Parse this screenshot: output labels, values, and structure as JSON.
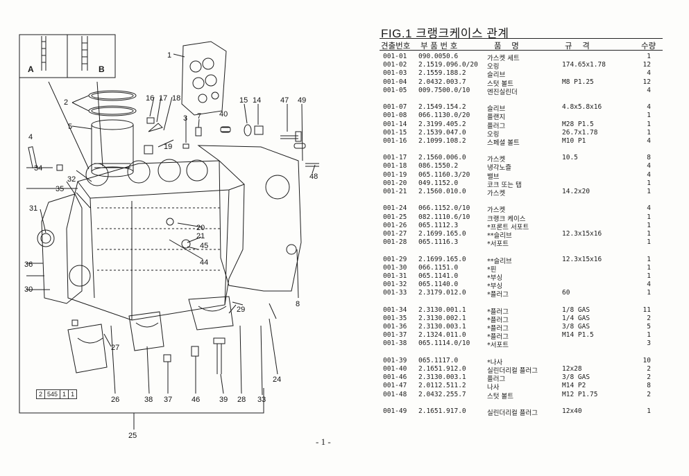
{
  "figure": {
    "title": "FIG.1 크랭크케이스 관계",
    "headers": {
      "no": "견출번호",
      "part": "부 품 번 호",
      "name": "품    명",
      "spec": "규    격",
      "qty": "수량"
    },
    "groups": [
      [
        {
          "no": "001-01",
          "part": "090.0050.6",
          "name": "가스켓 세트",
          "spec": "",
          "qty": "1"
        },
        {
          "no": "001-02",
          "part": "2.1519.096.0/20",
          "name": "오링",
          "spec": "174.65x1.78",
          "qty": "12"
        },
        {
          "no": "001-03",
          "part": "2.1559.188.2",
          "name": "슬리브",
          "spec": "",
          "qty": "4"
        },
        {
          "no": "001-04",
          "part": "2.0432.003.7",
          "name": "스텃 볼트",
          "spec": "M8 P1.25",
          "qty": "12"
        },
        {
          "no": "001-05",
          "part": "009.7500.0/10",
          "name": "엔진실린더",
          "spec": "",
          "qty": "4"
        }
      ],
      [
        {
          "no": "001-07",
          "part": "2.1549.154.2",
          "name": "슬리브",
          "spec": "4.8x5.8x16",
          "qty": "4"
        },
        {
          "no": "001-08",
          "part": "066.1130.0/20",
          "name": "플랜지",
          "spec": "",
          "qty": "1"
        },
        {
          "no": "001-14",
          "part": "2.3199.405.2",
          "name": "플러그",
          "spec": "M28 P1.5",
          "qty": "1"
        },
        {
          "no": "001-15",
          "part": "2.1539.047.0",
          "name": "오링",
          "spec": "26.7x1.78",
          "qty": "1"
        },
        {
          "no": "001-16",
          "part": "2.1099.108.2",
          "name": "스페셜 볼트",
          "spec": "M10 P1",
          "qty": "4"
        }
      ],
      [
        {
          "no": "001-17",
          "part": "2.1560.006.0",
          "name": "가스켓",
          "spec": "10.5",
          "qty": "8"
        },
        {
          "no": "001-18",
          "part": "086.1550.2",
          "name": "냉각노즐",
          "spec": "",
          "qty": "4"
        },
        {
          "no": "001-19",
          "part": "065.1160.3/20",
          "name": "밸브",
          "spec": "",
          "qty": "4"
        },
        {
          "no": "001-20",
          "part": "049.1152.0",
          "name": "코크 또는 탭",
          "spec": "",
          "qty": "1"
        },
        {
          "no": "001-21",
          "part": "2.1560.010.0",
          "name": "가스켓",
          "spec": "14.2x20",
          "qty": "1"
        }
      ],
      [
        {
          "no": "001-24",
          "part": "066.1152.0/10",
          "name": "가스켓",
          "spec": "",
          "qty": "4"
        },
        {
          "no": "001-25",
          "part": "082.1110.6/10",
          "name": "크랭크 케이스",
          "spec": "",
          "qty": "1"
        },
        {
          "no": "001-26",
          "part": "065.1112.3",
          "name": "*프론트 서포트",
          "spec": "",
          "qty": "1"
        },
        {
          "no": "001-27",
          "part": "2.1699.165.0",
          "name": "**슬리브",
          "spec": "12.3x15x16",
          "qty": "1"
        },
        {
          "no": "001-28",
          "part": "065.1116.3",
          "name": "*서포트",
          "spec": "",
          "qty": "1"
        }
      ],
      [
        {
          "no": "001-29",
          "part": "2.1699.165.0",
          "name": "**슬리브",
          "spec": "12.3x15x16",
          "qty": "1"
        },
        {
          "no": "001-30",
          "part": "066.1151.0",
          "name": "*핀",
          "spec": "",
          "qty": "1"
        },
        {
          "no": "001-31",
          "part": "065.1141.0",
          "name": "*부싱",
          "spec": "",
          "qty": "1"
        },
        {
          "no": "001-32",
          "part": "065.1140.0",
          "name": "*부싱",
          "spec": "",
          "qty": "4"
        },
        {
          "no": "001-33",
          "part": "2.3179.012.0",
          "name": "*플러그",
          "spec": "60",
          "qty": "1"
        }
      ],
      [
        {
          "no": "001-34",
          "part": "2.3130.001.1",
          "name": "*플러그",
          "spec": "1/8 GAS",
          "qty": "11"
        },
        {
          "no": "001-35",
          "part": "2.3130.002.1",
          "name": "*플러그",
          "spec": "1/4 GAS",
          "qty": "2"
        },
        {
          "no": "001-36",
          "part": "2.3130.003.1",
          "name": "*플러그",
          "spec": "3/8 GAS",
          "qty": "5"
        },
        {
          "no": "001-37",
          "part": "2.1324.011.0",
          "name": "*플러그",
          "spec": "M14 P1.5",
          "qty": "1"
        },
        {
          "no": "001-38",
          "part": "065.1114.0/10",
          "name": "*서포트",
          "spec": "",
          "qty": "3"
        }
      ],
      [
        {
          "no": "001-39",
          "part": "065.1117.0",
          "name": "*나사",
          "spec": "",
          "qty": "10"
        },
        {
          "no": "001-40",
          "part": "2.1651.912.0",
          "name": "실린더리컬 플러그",
          "spec": "12x28",
          "qty": "2"
        },
        {
          "no": "001-46",
          "part": "2.3130.003.1",
          "name": "플러그",
          "spec": "3/8 GAS",
          "qty": "2"
        },
        {
          "no": "001-47",
          "part": "2.0112.511.2",
          "name": "나사",
          "spec": "M14 P2",
          "qty": "8"
        },
        {
          "no": "001-48",
          "part": "2.0432.255.7",
          "name": "스텃 볼트",
          "spec": "M12 P1.75",
          "qty": "2"
        }
      ],
      [
        {
          "no": "001-49",
          "part": "2.1651.917.0",
          "name": "실린더리컬 플러그",
          "spec": "12x40",
          "qty": "1"
        }
      ]
    ]
  },
  "drawing": {
    "view_labels": [
      "A",
      "B"
    ],
    "ref_code": [
      "2",
      "545",
      "1",
      "1"
    ],
    "callouts": [
      "1",
      "2",
      "3",
      "4",
      "5",
      "7",
      "8",
      "14",
      "15",
      "16",
      "17",
      "18",
      "19",
      "20",
      "21",
      "24",
      "25",
      "26",
      "27",
      "28",
      "29",
      "30",
      "31",
      "32",
      "33",
      "34",
      "35",
      "36",
      "37",
      "38",
      "39",
      "40",
      "44",
      "45",
      "46",
      "47",
      "48",
      "49"
    ]
  },
  "page_number": "- 1 -"
}
